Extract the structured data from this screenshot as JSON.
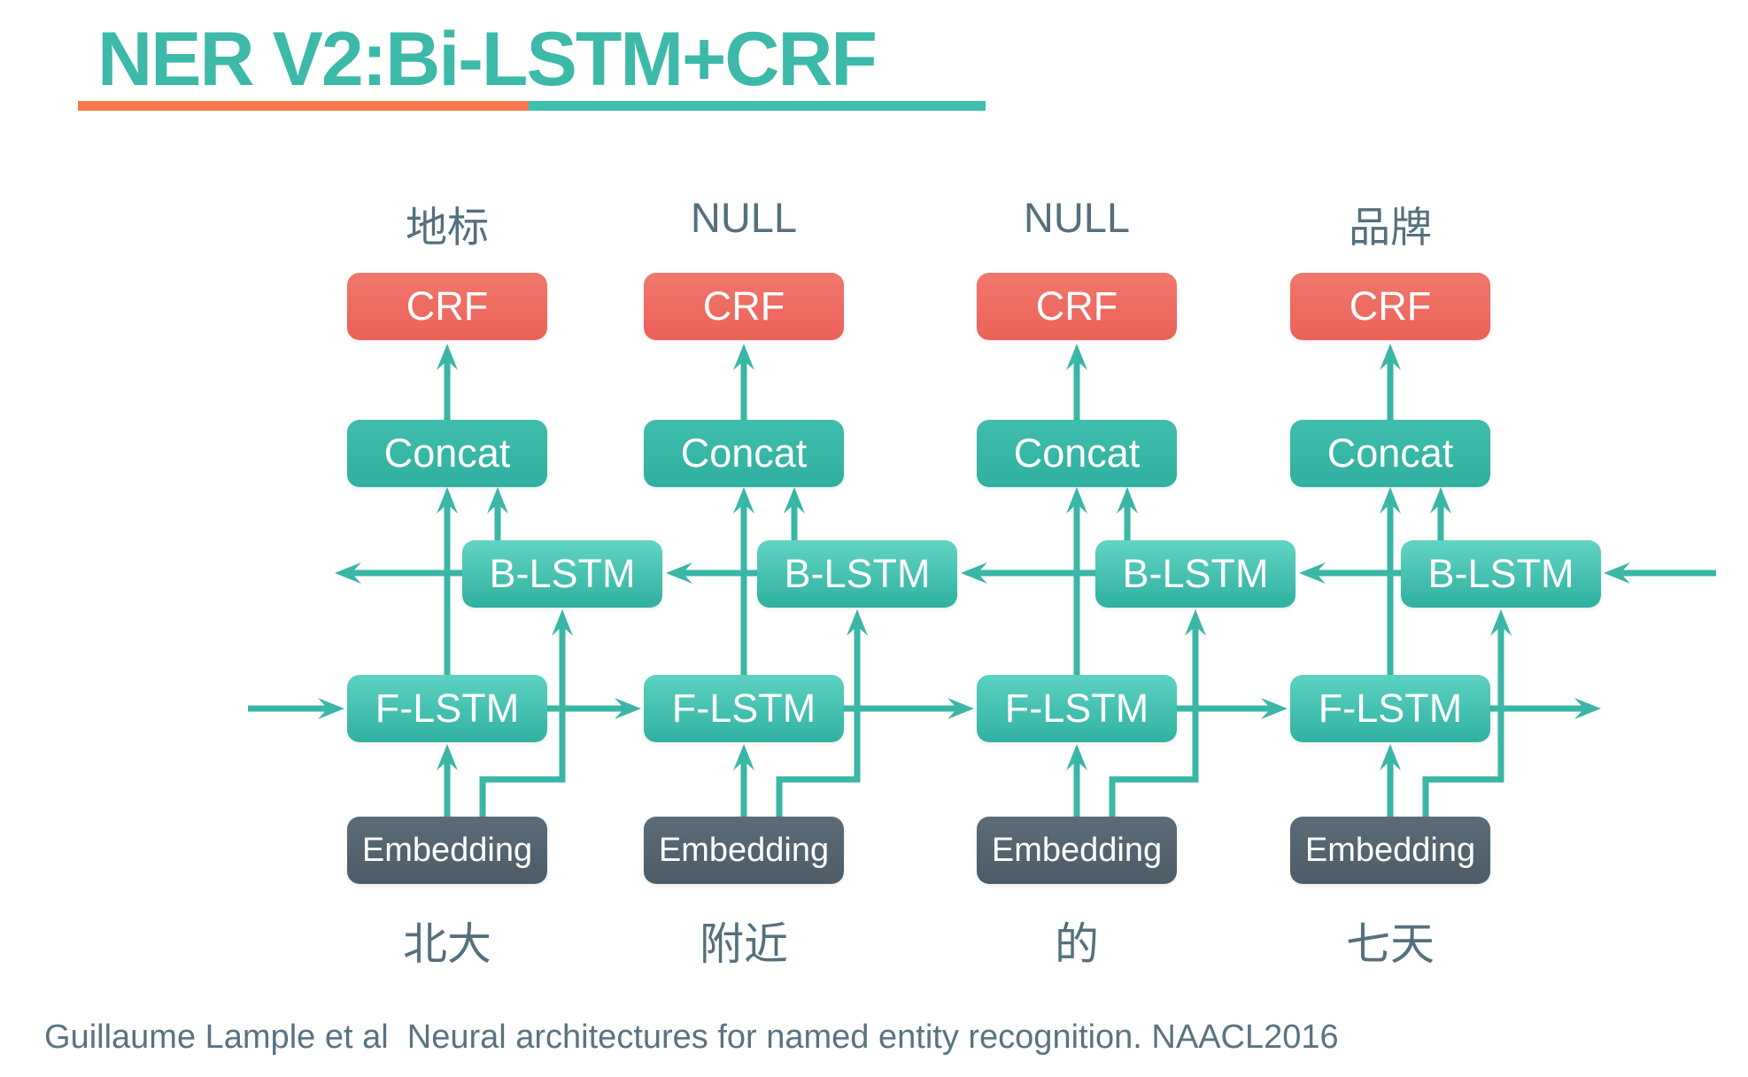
{
  "title": "NER V2:Bi-LSTM+CRF",
  "box_labels": {
    "crf": "CRF",
    "concat": "Concat",
    "blstm": "B-LSTM",
    "flstm": "F-LSTM",
    "embedding": "Embedding"
  },
  "columns": [
    {
      "top_label": "地标",
      "bottom_label": "北大"
    },
    {
      "top_label": "NULL",
      "bottom_label": "附近"
    },
    {
      "top_label": "NULL",
      "bottom_label": "的"
    },
    {
      "top_label": "品牌",
      "bottom_label": "七天"
    }
  ],
  "footer_citation": "Guillaume Lample et al  Neural architectures for named entity recognition. NAACL2016",
  "colors": {
    "title_teal": "#3cb9a8",
    "underline_orange": "#f5794c",
    "underline_teal": "#3fc0ae",
    "arrow_teal": "#3ab6a6",
    "crf_red": "#ee6a60",
    "node_teal": "#35b5a5",
    "embedding_gray": "#53646f",
    "label_gray": "#55707c"
  }
}
